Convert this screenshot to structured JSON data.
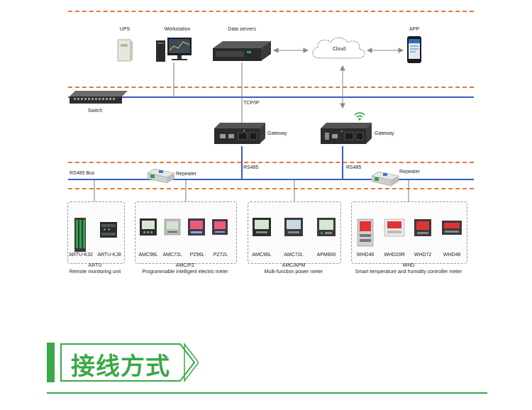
{
  "top": {
    "ups": "UPS",
    "workstation": "Workstation",
    "data_servers": "Data servers",
    "cloud": "Cloud",
    "app": "APP",
    "switch": "Switch"
  },
  "network": {
    "tcpip": "TCP/IP",
    "gateway_left": "Gateway",
    "gateway_right": "Gateway",
    "rs485_left": "RS485",
    "rs485_right": "RS485",
    "rs485_bus": "RS485 Bus",
    "repeater_left": "Repeater",
    "repeater_right": "Repeater"
  },
  "groups": [
    {
      "devices": [
        "ARTU-K32",
        "ARTU-KJ8"
      ],
      "name": "ARTU",
      "desc": "Remote monitoring unit"
    },
    {
      "devices": [
        "AMC96L",
        "AMC72L",
        "PZ96L",
        "PZ72L"
      ],
      "name": "AMC/PZ",
      "desc": "Programmable intelligent electric meter"
    },
    {
      "devices": [
        "AMC96L",
        "AMC72L",
        "APM800"
      ],
      "name": "AMC/APM",
      "desc": "Multi-function power meter"
    },
    {
      "devices": [
        "WHD46",
        "WHD20R",
        "WHD72",
        "WHD48"
      ],
      "name": "WHD",
      "desc": "Smart temperature and humidity controller meter"
    }
  ],
  "section_title": "接线方式",
  "colors": {
    "orange_dash": "#e8763a",
    "bus_blue": "#3a5bc7",
    "title_green": "#3aa847"
  }
}
